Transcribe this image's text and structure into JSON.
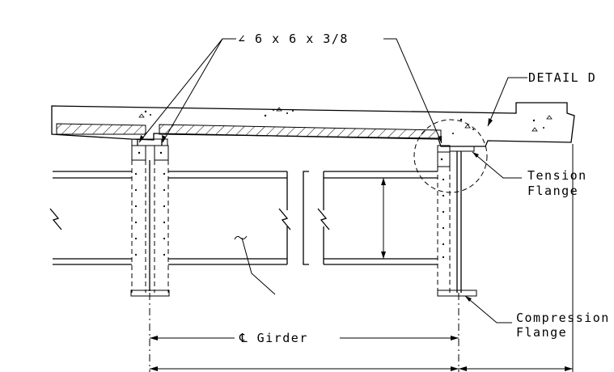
{
  "labels": {
    "angle_callout": "∠ 6 x 6 x 3/8",
    "detail": "DETAIL D",
    "tension_line1": "Tension",
    "tension_line2": "Flange",
    "compression_line1": "Compression",
    "compression_line2": "Flange",
    "girder_dim": "℄ Girder"
  },
  "colors": {
    "line": "#000000",
    "background": "#ffffff"
  }
}
